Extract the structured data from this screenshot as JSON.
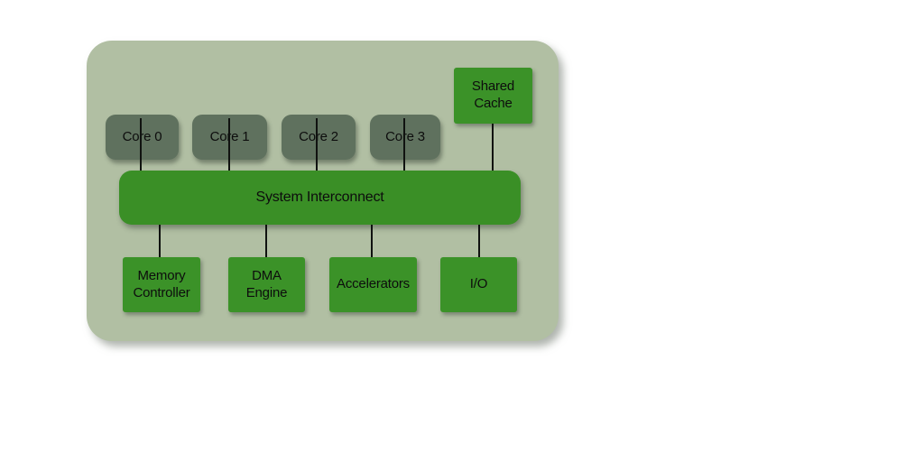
{
  "diagram": {
    "cores": [
      {
        "label": "Core 0"
      },
      {
        "label": "Core 1"
      },
      {
        "label": "Core 2"
      },
      {
        "label": "Core 3"
      }
    ],
    "shared_cache": {
      "label": "Shared Cache"
    },
    "interconnect": {
      "label": "System Interconnect"
    },
    "peripherals": [
      {
        "label": "Memory Controller"
      },
      {
        "label": "DMA Engine"
      },
      {
        "label": "Accelerators"
      },
      {
        "label": "I/O"
      }
    ],
    "colors": {
      "page_background": "#ffffff",
      "chip_fill": "#b1bfa3",
      "core_fill": "#5f715e",
      "green_fill": "#3b9228",
      "interconnect_fill": "#3a8f26",
      "text": "#0d0d0d",
      "connector_line": "#101210"
    }
  }
}
